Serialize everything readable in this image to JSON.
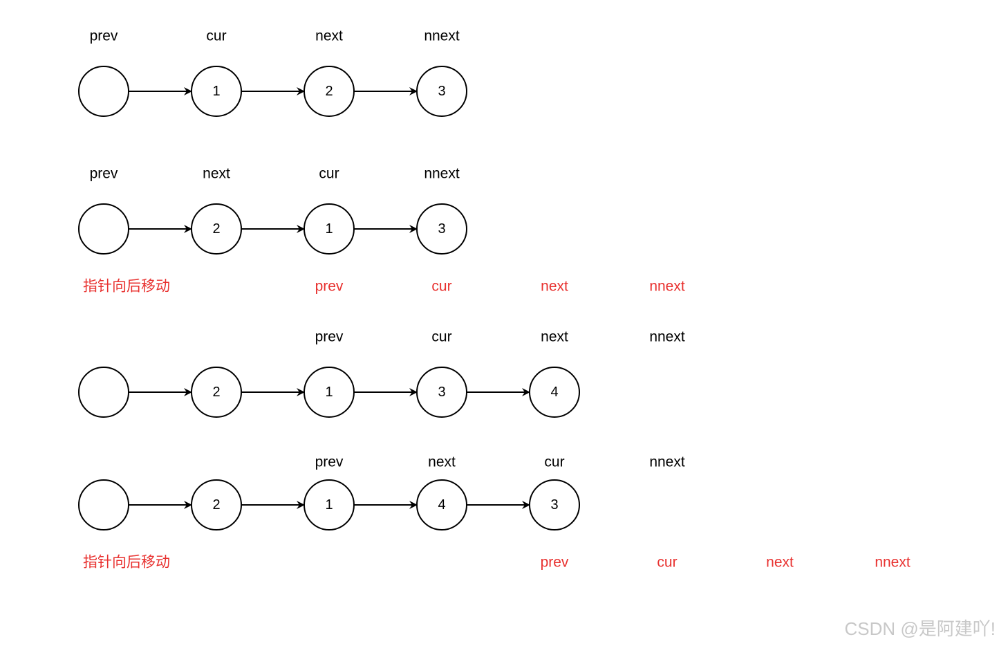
{
  "colors": {
    "stroke": "#000000",
    "note": "#e8312f",
    "watermark": "#c8c8c8"
  },
  "rows": [
    {
      "labels": [
        "prev",
        "cur",
        "next",
        "nnext"
      ],
      "nodes": [
        "",
        "1",
        "2",
        "3"
      ]
    },
    {
      "labels": [
        "prev",
        "next",
        "cur",
        "nnext"
      ],
      "nodes": [
        "",
        "2",
        "1",
        "3"
      ]
    },
    {
      "note": "指针向后移动",
      "moved_labels": [
        "prev",
        "cur",
        "next",
        "nnext"
      ]
    },
    {
      "labels": [
        "prev",
        "cur",
        "next",
        "nnext"
      ],
      "nodes": [
        "",
        "2",
        "1",
        "3",
        "4"
      ]
    },
    {
      "labels": [
        "prev",
        "next",
        "cur",
        "nnext"
      ],
      "nodes": [
        "",
        "2",
        "1",
        "4",
        "3"
      ]
    },
    {
      "note": "指针向后移动",
      "moved_labels": [
        "prev",
        "cur",
        "next",
        "nnext"
      ]
    }
  ],
  "watermark": "CSDN @是阿建吖!"
}
